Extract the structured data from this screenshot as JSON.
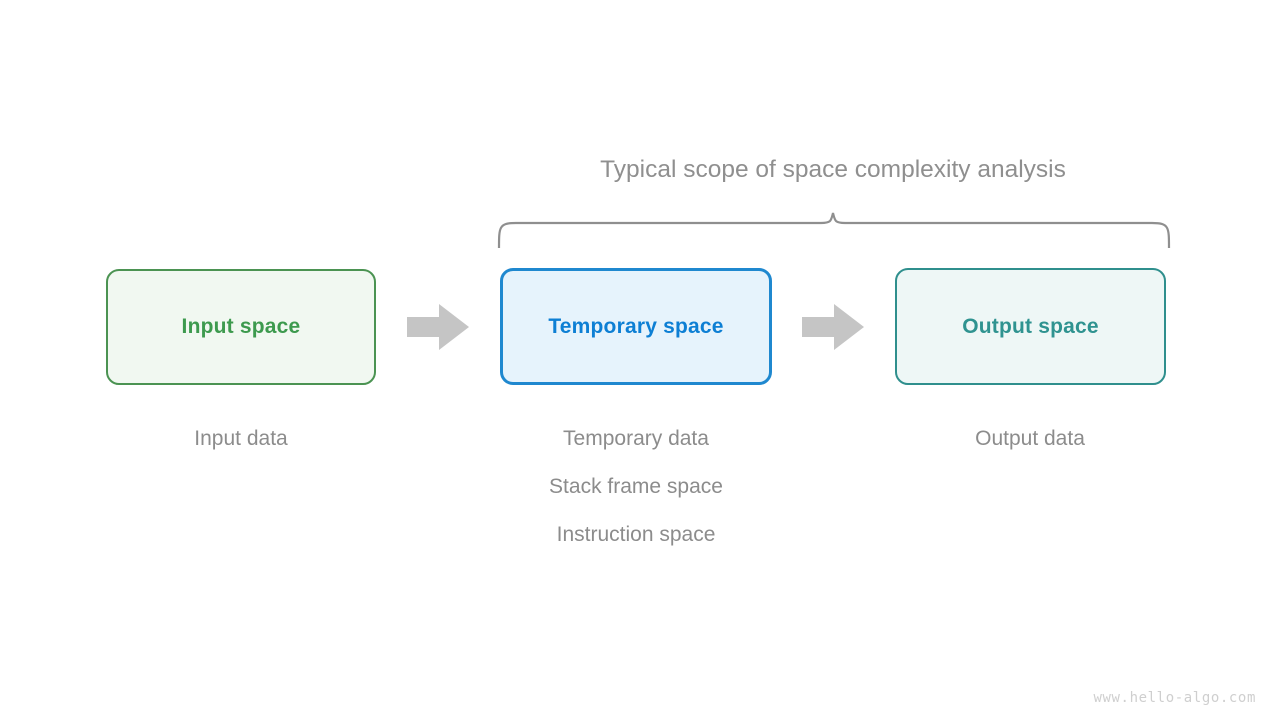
{
  "diagram": {
    "title": "Typical scope of space complexity analysis",
    "watermark": "www.hello-algo.com",
    "colors": {
      "input_border": "#4b9352",
      "input_fill": "#f1f8f1",
      "input_text": "#3d9a4e",
      "temp_border": "#1f88cf",
      "temp_fill": "#e6f3fc",
      "temp_text": "#0d7fd4",
      "output_border": "#2f8f8d",
      "output_fill": "#eef7f6",
      "output_text": "#2f9390",
      "arrow": "#c5c5c5",
      "annotation": "#8f8f8f",
      "caption": "#8c8c8c",
      "watermark": "#cfcfcf"
    },
    "boxes": [
      {
        "id": "input",
        "label": "Input space"
      },
      {
        "id": "temp",
        "label": "Temporary space"
      },
      {
        "id": "output",
        "label": "Output space"
      }
    ],
    "arrows": [
      {
        "id": "arrow-input-to-temp"
      },
      {
        "id": "arrow-temp-to-output"
      }
    ],
    "captions": {
      "input": [
        "Input data"
      ],
      "temp": [
        "Temporary data",
        "Stack frame space",
        "Instruction space"
      ],
      "output": [
        "Output data"
      ]
    },
    "scope": {
      "covers": [
        "Temporary space",
        "Output space"
      ]
    }
  }
}
